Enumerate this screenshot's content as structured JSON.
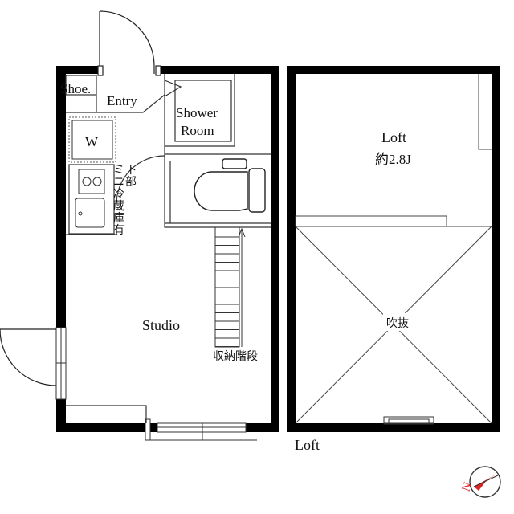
{
  "rooms": {
    "shoe": "Shoe.",
    "entry": "Entry",
    "shower_line1": "Shower",
    "shower_line2": "Room",
    "washer": "W",
    "fridge_chars": [
      "下",
      "部",
      "ミ",
      "ニ",
      "冷",
      "蔵",
      "庫",
      "有"
    ],
    "studio": "Studio",
    "storage_stairs": "収納階段",
    "loft_title": "Loft",
    "loft_size": "約2.8J",
    "void": "吹抜",
    "loft_caption": "Loft"
  },
  "compass": {
    "north_letter": "N"
  },
  "colors": {
    "wall": "#000000",
    "thin_line": "#555555",
    "background": "#ffffff"
  }
}
